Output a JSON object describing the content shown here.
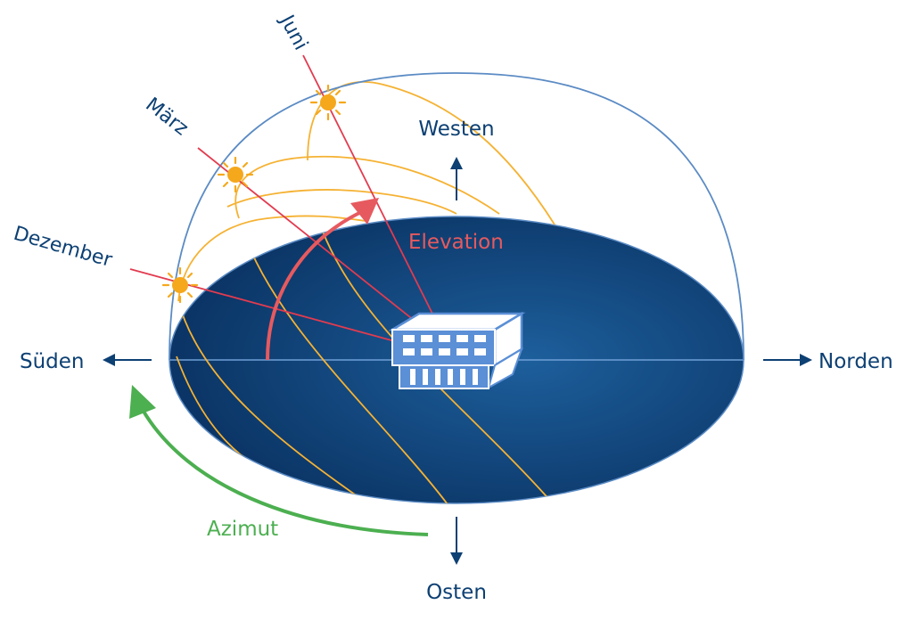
{
  "directions": {
    "south": "Süden",
    "north": "Norden",
    "west": "Westen",
    "east": "Osten"
  },
  "months": {
    "june": "Juni",
    "march": "März",
    "december": "Dezember"
  },
  "angles": {
    "elevation": "Elevation",
    "azimuth": "Azimut"
  },
  "colors": {
    "ground_center": "#1d5f9c",
    "ground_edge": "#0b3566",
    "dome_outline": "#5b8bc4",
    "direction_text": "#0d4073",
    "sun_path": "#f5b233",
    "sun": "#f5a81c",
    "sun_ray": "#e23b4f",
    "elevation": "#e65a5f",
    "azimuth": "#4caf50",
    "building": "#5b8fd6"
  },
  "icons": [
    "sun-icon",
    "building-icon",
    "arrow-icon"
  ]
}
